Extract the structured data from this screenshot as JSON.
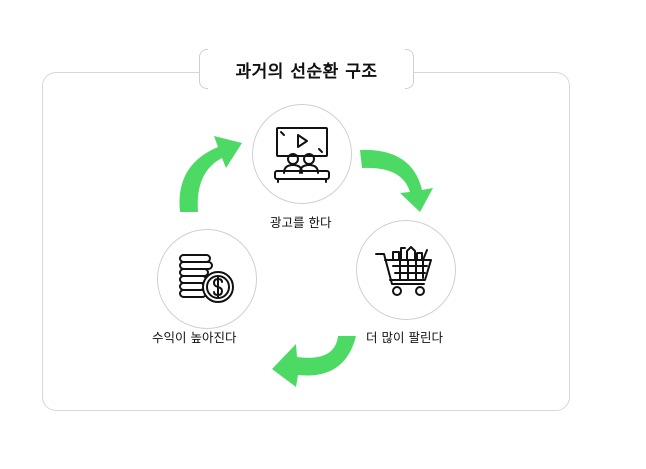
{
  "diagram": {
    "title": "과거의 선순환 구조",
    "nodes": [
      {
        "id": "ad",
        "label": "광고를 한다",
        "icon": "video-audience-icon"
      },
      {
        "id": "sales",
        "label": "더 많이 팔린다",
        "icon": "shopping-cart-icon"
      },
      {
        "id": "revenue",
        "label": "수익이 높아진다",
        "icon": "coin-stack-icon"
      }
    ],
    "cycle": [
      "광고를 한다",
      "더 많이 팔린다",
      "수익이 높아진다"
    ],
    "colors": {
      "arrow": "#4cd964",
      "border": "#d0d0d0",
      "text": "#111111"
    }
  }
}
